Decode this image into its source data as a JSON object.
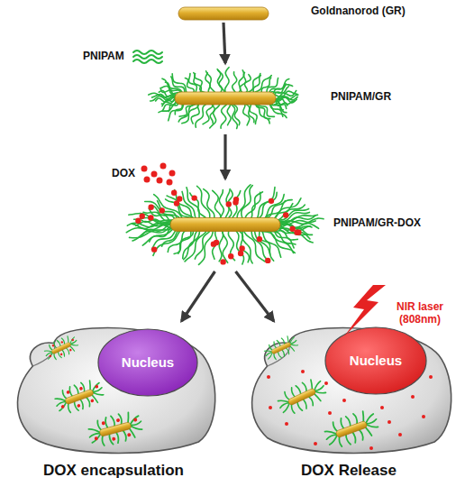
{
  "diagram": {
    "nodes": [
      {
        "text": [
          "Goldnanorod (GR)"
        ]
      },
      {
        "text": [
          "PNIPAM/GR"
        ]
      },
      {
        "text": [
          "PNIPAM/GR-DOX"
        ]
      },
      {
        "text": [
          "DOX encapsulation"
        ]
      },
      {
        "text": [
          "Nucleus"
        ],
        "in": 3
      },
      {
        "text": [
          "DOX Release"
        ]
      },
      {
        "text": [
          "Nucleus"
        ],
        "in": 5
      }
    ],
    "edges": [
      {
        "from": 0,
        "to": 1,
        "arrow": "to"
      },
      {
        "from": 1,
        "to": 2,
        "arrow": "to"
      },
      {
        "from": 2,
        "to": 3,
        "arrow": "to"
      },
      {
        "from": 2,
        "to": 5,
        "arrow": "to"
      }
    ],
    "labels": [
      "PNIPAM",
      "DOX",
      "NIR laser (808nm)"
    ]
  }
}
